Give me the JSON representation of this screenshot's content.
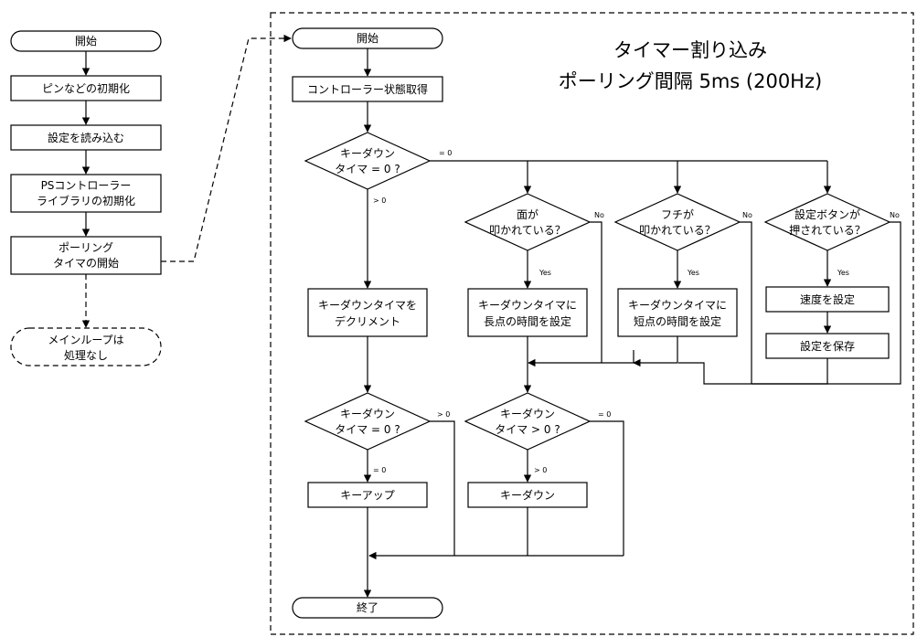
{
  "title": {
    "line1": "タイマー割り込み",
    "line2": "ポーリング間隔 5ms (200Hz)"
  },
  "main_flow": {
    "start": "開始",
    "init_pins": "ピンなどの初期化",
    "load_settings": "設定を読み込む",
    "init_ps_line1": "PSコントローラー",
    "init_ps_line2": "ライブラリの初期化",
    "start_polling_line1": "ポーリング",
    "start_polling_line2": "タイマの開始",
    "main_loop_line1": "メインループは",
    "main_loop_line2": "処理なし"
  },
  "timer_flow": {
    "start": "開始",
    "get_state": "コントローラー状態取得",
    "check_keydown_line1": "キーダウン",
    "check_keydown_line2": "タイマ = 0 ?",
    "check_face_line1": "面が",
    "check_face_line2": "叩かれている？",
    "check_rim_line1": "フチが",
    "check_rim_line2": "叩かれている？",
    "check_setting_line1": "設定ボタンが",
    "check_setting_line2": "押されている？",
    "decrement_line1": "キーダウンタイマを",
    "decrement_line2": "デクリメント",
    "set_long_line1": "キーダウンタイマに",
    "set_long_line2": "長点の時間を設定",
    "set_short_line1": "キーダウンタイマに",
    "set_short_line2": "短点の時間を設定",
    "set_speed": "速度を設定",
    "save_settings": "設定を保存",
    "check_keyup_line1": "キーダウン",
    "check_keyup_line2": "タイマ = 0 ?",
    "check_gt_line1": "キーダウン",
    "check_gt_line2": "タイマ > 0 ?",
    "keyup": "キーアップ",
    "keydown": "キーダウン",
    "end": "終了"
  },
  "edge_labels": {
    "eq0_top": "= 0",
    "gt0_top": "> 0",
    "no_face": "No",
    "no_rim": "No",
    "no_setting": "No",
    "yes_face": "Yes",
    "yes_rim": "Yes",
    "yes_setting": "Yes",
    "gt0_keyup": "> 0",
    "eq0_keyup": "= 0",
    "eq0_gt": "= 0",
    "gt0_gt": "> 0"
  }
}
